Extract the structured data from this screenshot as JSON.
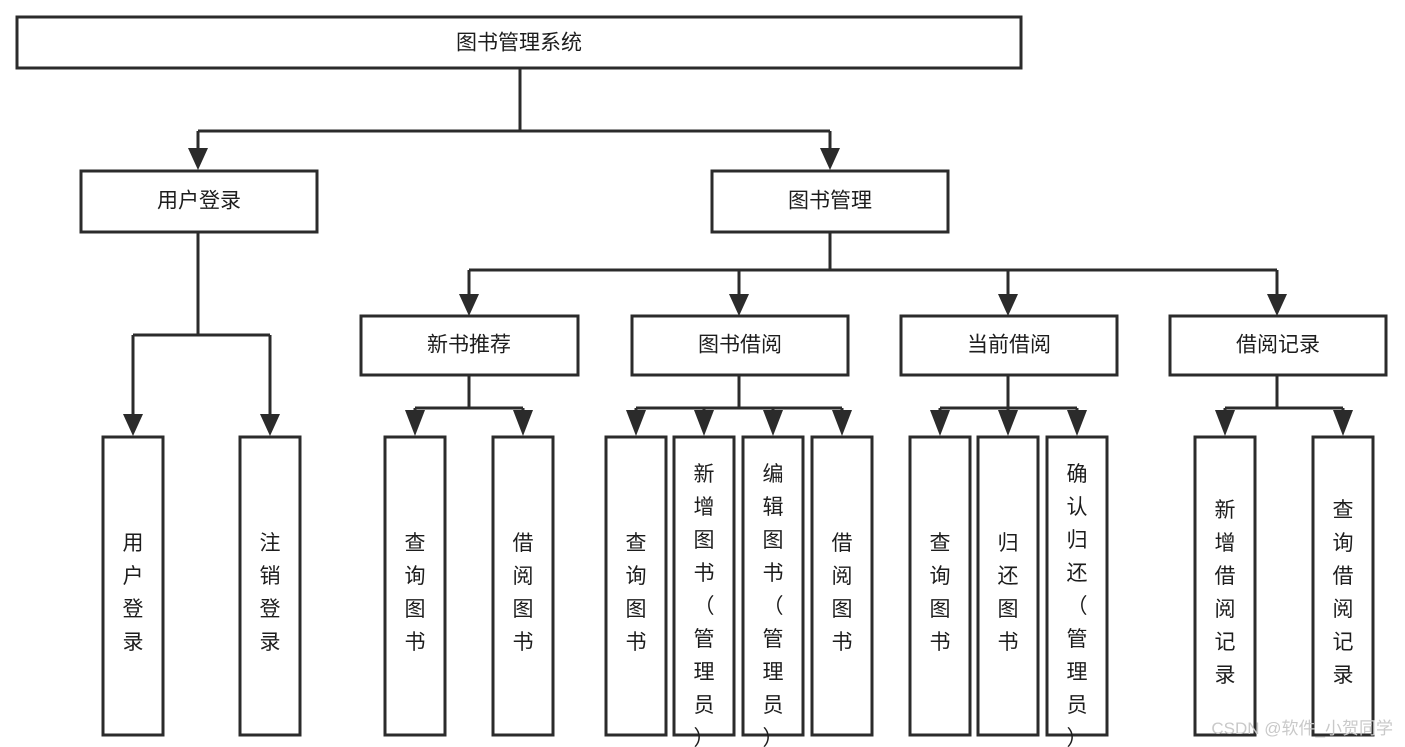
{
  "diagram": {
    "type": "tree-hierarchy-chart",
    "title": "图书管理系统",
    "orientation": "top-down",
    "colors": {
      "box_stroke": "#2b2b2b",
      "box_fill": "#ffffff",
      "connector": "#2b2b2b",
      "label_text": "#1d1d1d",
      "background": "#ffffff",
      "watermark": "#c9c9c9"
    },
    "root": {
      "label": "图书管理系统",
      "orientation": "horizontal"
    },
    "level2": [
      {
        "label": "用户登录",
        "orientation": "horizontal"
      },
      {
        "label": "图书管理",
        "orientation": "horizontal"
      }
    ],
    "level3": [
      {
        "label": "新书推荐",
        "orientation": "horizontal"
      },
      {
        "label": "图书借阅",
        "orientation": "horizontal"
      },
      {
        "label": "当前借阅",
        "orientation": "horizontal"
      },
      {
        "label": "借阅记录",
        "orientation": "horizontal"
      }
    ],
    "leaves": {
      "user_login": [
        {
          "label": "用户登录",
          "orientation": "vertical"
        },
        {
          "label": "注销登录",
          "orientation": "vertical"
        }
      ],
      "new_book_recommend": [
        {
          "label": "查询图书",
          "orientation": "vertical"
        },
        {
          "label": "借阅图书",
          "orientation": "vertical"
        }
      ],
      "book_borrow": [
        {
          "label": "查询图书",
          "orientation": "vertical"
        },
        {
          "label": "新增图书（管理员）",
          "orientation": "vertical"
        },
        {
          "label": "编辑图书（管理员）",
          "orientation": "vertical"
        },
        {
          "label": "借阅图书",
          "orientation": "vertical"
        }
      ],
      "current_borrow": [
        {
          "label": "查询图书",
          "orientation": "vertical"
        },
        {
          "label": "归还图书",
          "orientation": "vertical"
        },
        {
          "label": "确认归还（管理员）",
          "orientation": "vertical"
        }
      ],
      "borrow_record": [
        {
          "label": "新增借阅记录",
          "orientation": "vertical"
        },
        {
          "label": "查询借阅记录",
          "orientation": "vertical"
        }
      ]
    }
  },
  "watermark": {
    "text": "CSDN @软件_小贺同学"
  }
}
